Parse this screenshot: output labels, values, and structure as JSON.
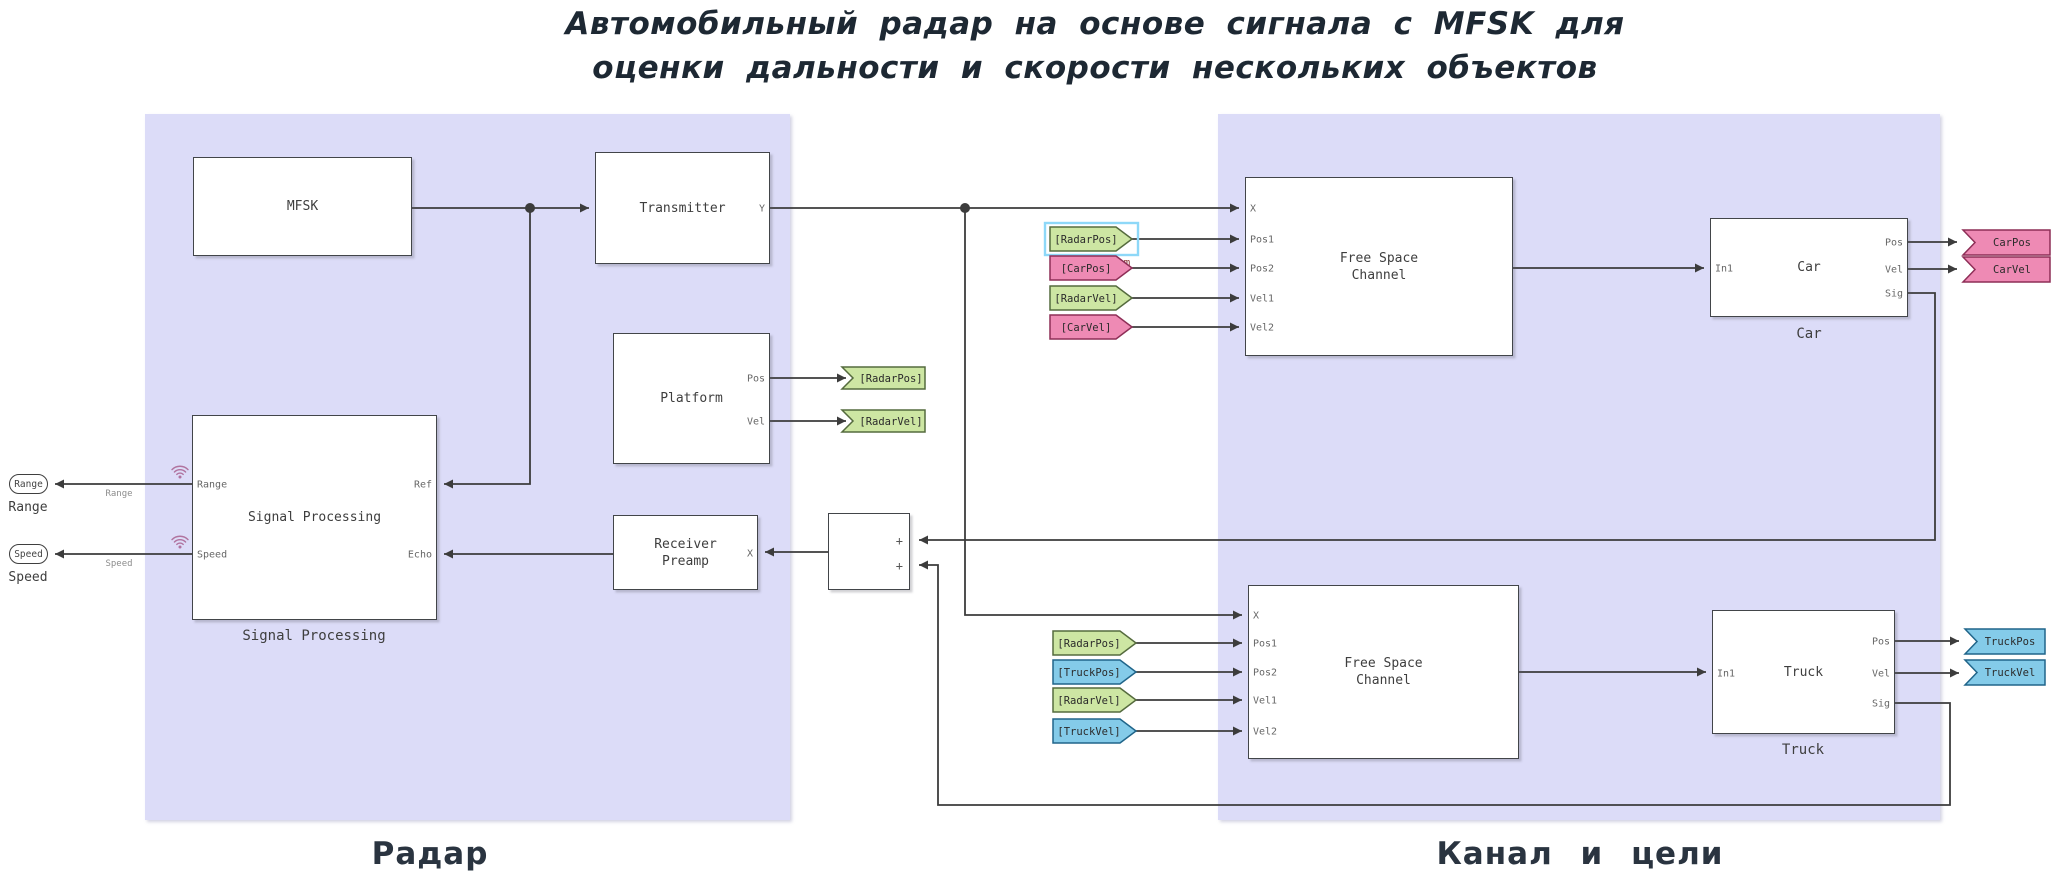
{
  "title": {
    "line1": "Автомобильный радар на основе сигнала с MFSK для",
    "line2": "оценки дальности и скорости нескольких объектов"
  },
  "region_labels": {
    "radar": "Радар",
    "channel": "Канал и цели"
  },
  "colors": {
    "region_fill": "#dcdcf8",
    "tag_green": "#cde6a3",
    "tag_pink": "#ee8ab4",
    "tag_blue": "#84cbe9",
    "selection_highlight": "#8ed8f8",
    "wire": "#3c3c3c",
    "wifi_badge": "#b0739f"
  },
  "blocks": {
    "mfsk": {
      "label": "MFSK"
    },
    "transmitter": {
      "label": "Transmitter",
      "ports": {
        "y": "Y"
      }
    },
    "platform": {
      "label": "Platform",
      "ports": {
        "pos": "Pos",
        "vel": "Vel"
      }
    },
    "signal_processing": {
      "label": "Signal Processing",
      "sublabel": "Signal Processing",
      "ports": {
        "range": "Range",
        "speed": "Speed",
        "ref": "Ref",
        "echo": "Echo"
      }
    },
    "receiver_preamp": {
      "line1": "Receiver",
      "line2": "Preamp",
      "ports": {
        "x": "X"
      }
    },
    "sum": {
      "plus_top": "+",
      "plus_bottom": "+"
    },
    "fsc_top": {
      "line1": "Free Space",
      "line2": "Channel",
      "ports": {
        "x": "X",
        "pos1": "Pos1",
        "pos2": "Pos2",
        "vel1": "Vel1",
        "vel2": "Vel2"
      }
    },
    "fsc_bottom": {
      "line1": "Free Space",
      "line2": "Channel",
      "ports": {
        "x": "X",
        "pos1": "Pos1",
        "pos2": "Pos2",
        "vel1": "Vel1",
        "vel2": "Vel2"
      }
    },
    "car": {
      "label": "Car",
      "sublabel": "Car",
      "ports": {
        "in1": "In1",
        "pos": "Pos",
        "vel": "Vel",
        "sig": "Sig"
      }
    },
    "truck": {
      "label": "Truck",
      "sublabel": "Truck",
      "ports": {
        "in1": "In1",
        "pos": "Pos",
        "vel": "Vel",
        "sig": "Sig"
      }
    }
  },
  "sinks": {
    "range": {
      "text": "Range",
      "label": "Range",
      "wire_label": "Range"
    },
    "speed": {
      "text": "Speed",
      "label": "Speed",
      "wire_label": "Speed"
    }
  },
  "goto_tags": {
    "radar_pos": "[RadarPos]",
    "radar_vel": "[RadarVel]",
    "car_pos": "CarPos",
    "car_vel": "CarVel",
    "truck_pos": "TruckPos",
    "truck_vel": "TruckVel"
  },
  "from_tags": {
    "top": [
      {
        "label": "[RadarPos]",
        "color": "#cde6a3"
      },
      {
        "label": "[CarPos]",
        "color": "#ee8ab4"
      },
      {
        "label": "[RadarVel]",
        "color": "#cde6a3"
      },
      {
        "label": "[CarVel]",
        "color": "#ee8ab4"
      }
    ],
    "bottom": [
      {
        "label": "[RadarPos]",
        "color": "#cde6a3"
      },
      {
        "label": "[TruckPos]",
        "color": "#84cbe9"
      },
      {
        "label": "[RadarVel]",
        "color": "#cde6a3"
      },
      {
        "label": "[TruckVel]",
        "color": "#84cbe9"
      }
    ]
  },
  "selection": {
    "label": "From"
  }
}
